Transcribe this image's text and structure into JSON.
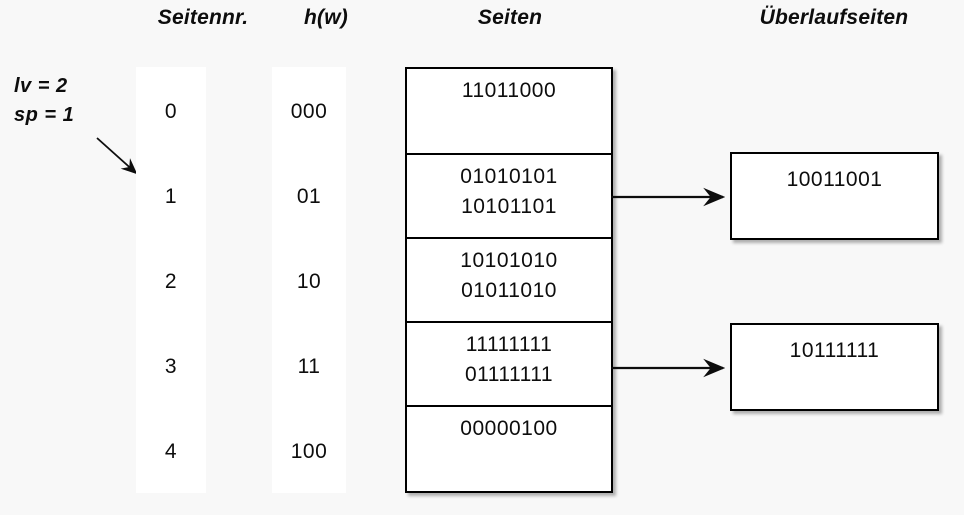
{
  "headers": {
    "seitennr": "Seitennr.",
    "hw": "h(w)",
    "seiten": "Seiten",
    "ueberlaufseiten": "Überlaufseiten"
  },
  "params": {
    "level": "lv = 2",
    "split_pointer": "sp = 1"
  },
  "colors": {
    "background": "#f8f8f8",
    "surface": "#ffffff",
    "stroke": "#000000",
    "text": "#0d0d0d"
  },
  "rows": [
    {
      "seitennr": "0",
      "hw": "000",
      "page_lines": [
        "11011000"
      ],
      "overflow": null
    },
    {
      "seitennr": "1",
      "hw": "01",
      "page_lines": [
        "01010101",
        "10101101"
      ],
      "overflow": "10011001"
    },
    {
      "seitennr": "2",
      "hw": "10",
      "page_lines": [
        "10101010",
        "01011010"
      ],
      "overflow": null
    },
    {
      "seitennr": "3",
      "hw": "11",
      "page_lines": [
        "11111111",
        "01111111"
      ],
      "overflow": "10111111"
    },
    {
      "seitennr": "4",
      "hw": "100",
      "page_lines": [
        "00000100"
      ],
      "overflow": null
    }
  ],
  "overflow_pages": [
    {
      "label": "10011001",
      "from_row": 1
    },
    {
      "label": "10111111",
      "from_row": 3
    }
  ]
}
